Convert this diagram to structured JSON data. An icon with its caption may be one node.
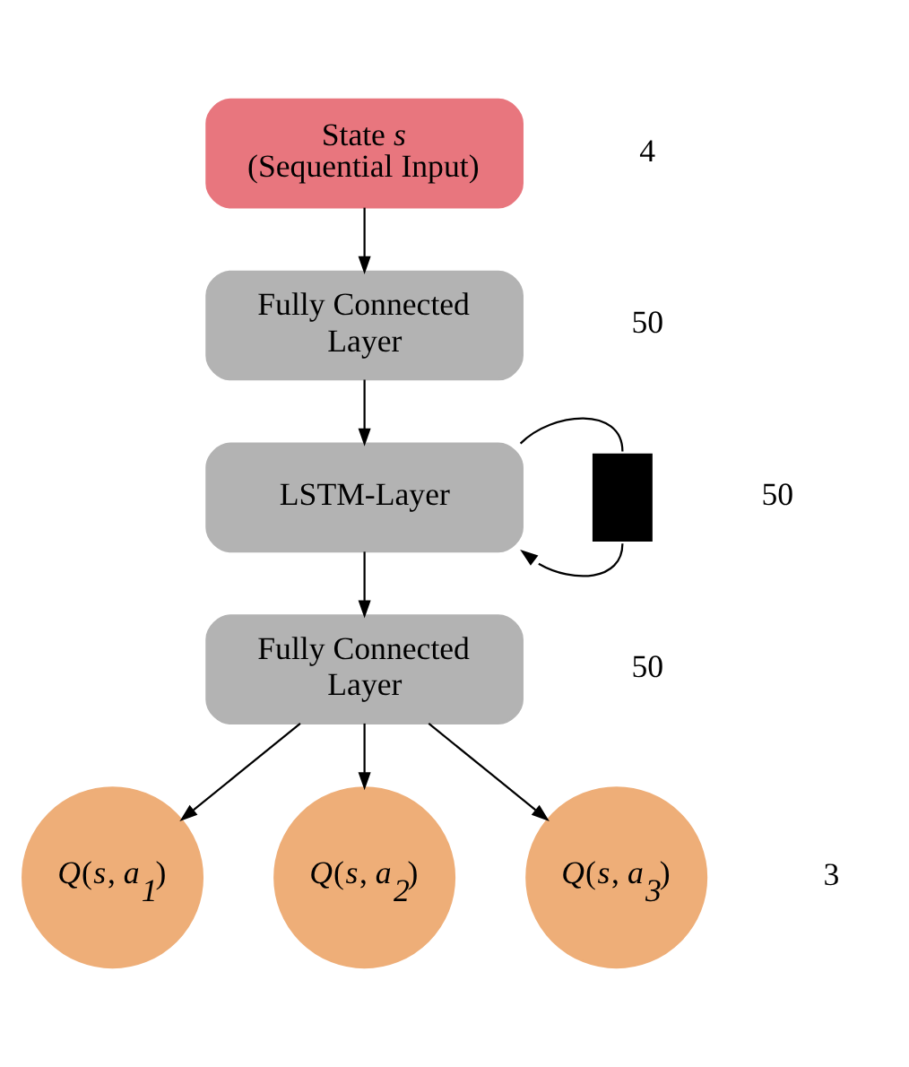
{
  "diagram": {
    "nodes": [
      {
        "text": [
          "State *s* (Sequential Input)"
        ]
      },
      {
        "text": [
          "Fully Connected Layer"
        ]
      },
      {
        "text": [
          "LSTM-Layer"
        ]
      },
      {
        "text": [],
        "shape": "box"
      },
      {
        "text": [
          "Fully Connected Layer"
        ]
      },
      {
        "text": [
          "*Q*(*s*, *a$_{1}$*)"
        ]
      },
      {
        "text": [
          "*Q*(*s*, *a$_{2}$*)"
        ]
      },
      {
        "text": [
          "*Q*(*s*, *a$_{3}$*)"
        ]
      }
    ],
    "edges": [
      {
        "from": 0,
        "to": 1,
        "arrow": "to"
      },
      {
        "from": 1,
        "to": 2,
        "arrow": "to"
      },
      {
        "from": 2,
        "to": 3,
        "arrow": "none"
      },
      {
        "from": 3,
        "to": 2,
        "arrow": "to"
      },
      {
        "from": 2,
        "to": 4,
        "arrow": "to"
      },
      {
        "from": 4,
        "to": 5,
        "arrow": "to"
      },
      {
        "from": 4,
        "to": 6,
        "arrow": "to"
      },
      {
        "from": 4,
        "to": 7,
        "arrow": "to"
      }
    ],
    "labels": [
      "4",
      "50",
      "50",
      "50",
      "3"
    ]
  }
}
